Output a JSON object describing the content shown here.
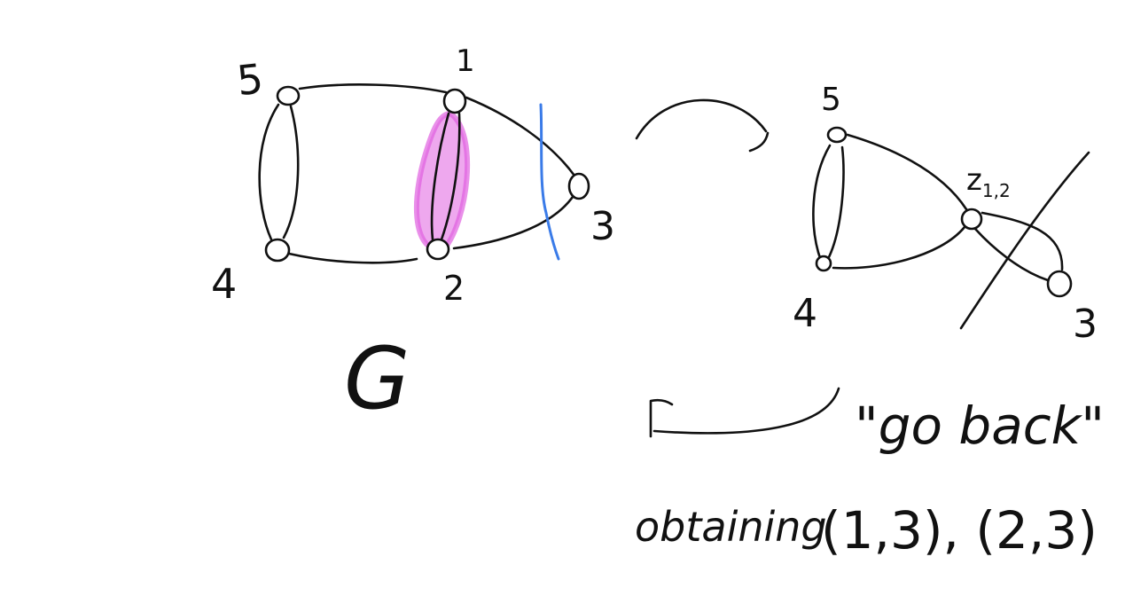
{
  "colors": {
    "ink": "#111111",
    "highlight": "#e060e0",
    "cut_line": "#3a7be8",
    "background": "#ffffff"
  },
  "left_graph": {
    "name_label": "G",
    "nodes": [
      {
        "id": "1",
        "label": "1"
      },
      {
        "id": "2",
        "label": "2"
      },
      {
        "id": "3",
        "label": "3"
      },
      {
        "id": "4",
        "label": "4"
      },
      {
        "id": "5",
        "label": "5"
      }
    ],
    "edges": [
      [
        "5",
        "1"
      ],
      [
        "5",
        "4"
      ],
      [
        "5",
        "4"
      ],
      [
        "4",
        "2"
      ],
      [
        "1",
        "2"
      ],
      [
        "1",
        "2"
      ],
      [
        "1",
        "3"
      ],
      [
        "2",
        "3"
      ]
    ]
  },
  "right_graph": {
    "nodes": [
      {
        "id": "5",
        "label": "5"
      },
      {
        "id": "4",
        "label": "4"
      },
      {
        "id": "z",
        "label": "z",
        "subscript": "1,2"
      },
      {
        "id": "3",
        "label": "3"
      }
    ],
    "edges": [
      [
        "5",
        "4"
      ],
      [
        "5",
        "4"
      ],
      [
        "5",
        "z"
      ],
      [
        "4",
        "z"
      ],
      [
        "z",
        "3"
      ],
      [
        "z",
        "3"
      ]
    ]
  },
  "annotations": {
    "go_back": "\"go back\"",
    "obtaining": "obtaining",
    "obtained_edges": "(1,3), (2,3)"
  }
}
